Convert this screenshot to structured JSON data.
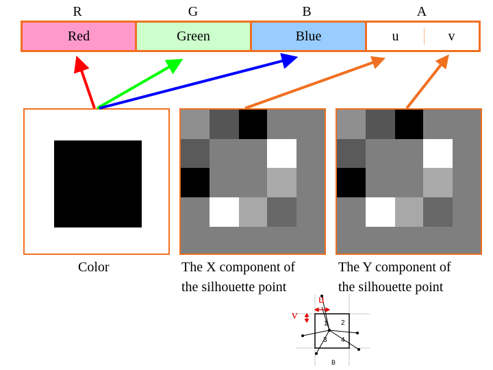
{
  "channels": {
    "letters": [
      "R",
      "G",
      "B",
      "A"
    ],
    "red_label": "Red",
    "green_label": "Green",
    "blue_label": "Blue",
    "u_label": "u",
    "v_label": "v"
  },
  "colors": {
    "border": "#f07020",
    "red": "#ff99cc",
    "green": "#ccffcc",
    "blue": "#99ccff",
    "arrow_red": "#ff0000",
    "arrow_green": "#00ff00",
    "arrow_blue": "#0000ff",
    "arrow_orange": "#f07020"
  },
  "panels": {
    "color_caption": "Color",
    "x_caption_line1": "The X component of",
    "x_caption_line2": "the silhouette point",
    "y_caption_line1": "The Y component of",
    "y_caption_line2": "the silhouette point"
  },
  "grid_shades": [
    [
      "#8f8f8f",
      "#555555",
      "#000000",
      "#7f7f7f",
      "#7f7f7f"
    ],
    [
      "#5a5a5a",
      "#7f7f7f",
      "#7f7f7f",
      "#ffffff",
      "#7f7f7f"
    ],
    [
      "#000000",
      "#7f7f7f",
      "#7f7f7f",
      "#aaaaaa",
      "#7f7f7f"
    ],
    [
      "#7f7f7f",
      "#ffffff",
      "#a8a8a8",
      "#686868",
      "#7f7f7f"
    ],
    [
      "#7f7f7f",
      "#7f7f7f",
      "#7f7f7f",
      "#7f7f7f",
      "#7f7f7f"
    ]
  ],
  "inset": {
    "u_label": "u",
    "v_label": "v",
    "cells": [
      "1",
      "2",
      "3",
      "4"
    ],
    "b_label": "B"
  }
}
